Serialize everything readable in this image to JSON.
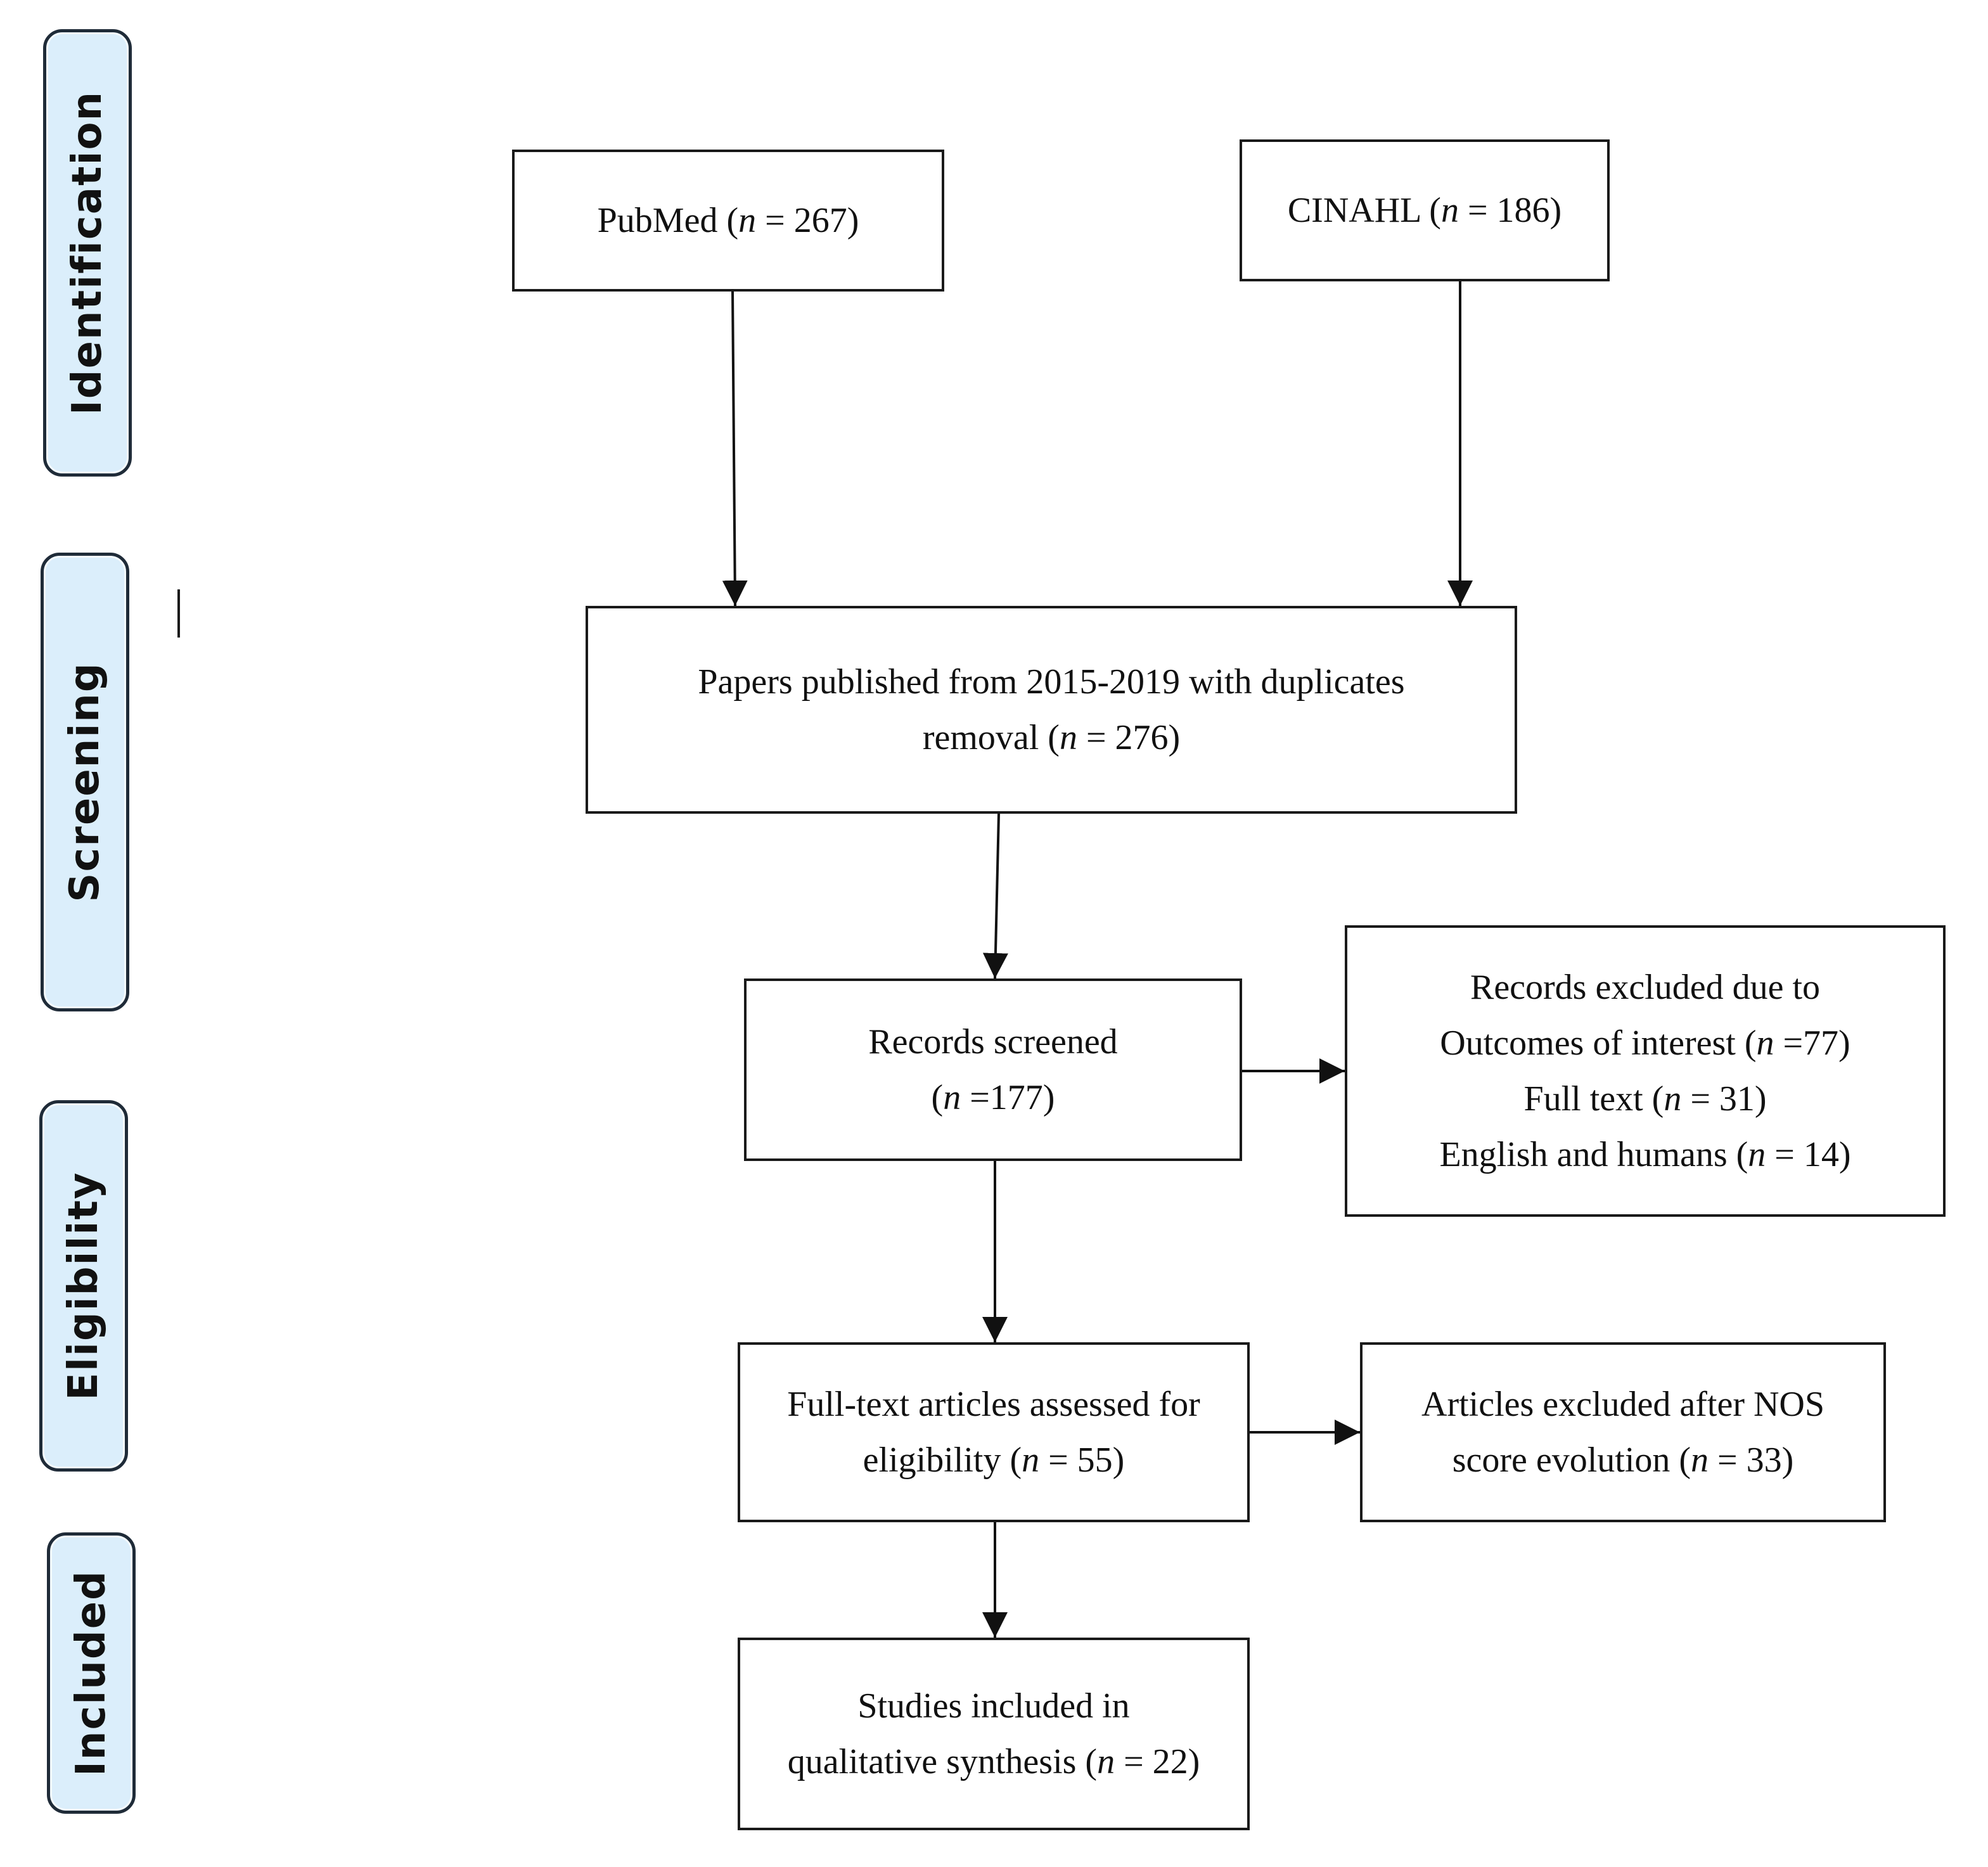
{
  "phases": {
    "identification": "Identification",
    "screening": "Screening",
    "eligibility": "Eligibility",
    "included": "Included"
  },
  "boxes": {
    "pubmed": {
      "label": "PubMed (",
      "n_symbol": "n",
      "value": " = 267)"
    },
    "cinahl": {
      "label": "CINAHL (",
      "n_symbol": "n",
      "value": " = 186)"
    },
    "papers": {
      "line1": "Papers published from 2015-2019 with duplicates",
      "line2_label": "removal (",
      "n_symbol": "n",
      "line2_value": " = 276)"
    },
    "screened": {
      "line1": "Records screened",
      "line2_label": "(",
      "n_symbol": "n",
      "line2_value": " =177)"
    },
    "excluded": {
      "line1": "Records excluded due to",
      "outcomes_label": "Outcomes of interest (",
      "outcomes_n": "n",
      "outcomes_value": " =77)",
      "fulltext_label": "Full text (",
      "fulltext_n": "n",
      "fulltext_value": " = 31)",
      "english_label": "English and humans (",
      "english_n": "n",
      "english_value": " = 14)"
    },
    "assessed": {
      "line1": "Full-text articles assessed for",
      "line2_label": "eligibility (",
      "n_symbol": "n",
      "line2_value": " = 55)"
    },
    "nos": {
      "line1": "Articles excluded after NOS",
      "line2_label": "score evolution (",
      "n_symbol": "n",
      "line2_value": " = 33)"
    },
    "included": {
      "line1": "Studies included in",
      "line2_label": "qualitative synthesis (",
      "n_symbol": "n",
      "line2_value": " = 22)"
    }
  },
  "colors": {
    "phase_fill": "#dbeefb",
    "phase_border": "#1f2b38",
    "box_border": "#1a1a1a",
    "arrow": "#111111"
  }
}
